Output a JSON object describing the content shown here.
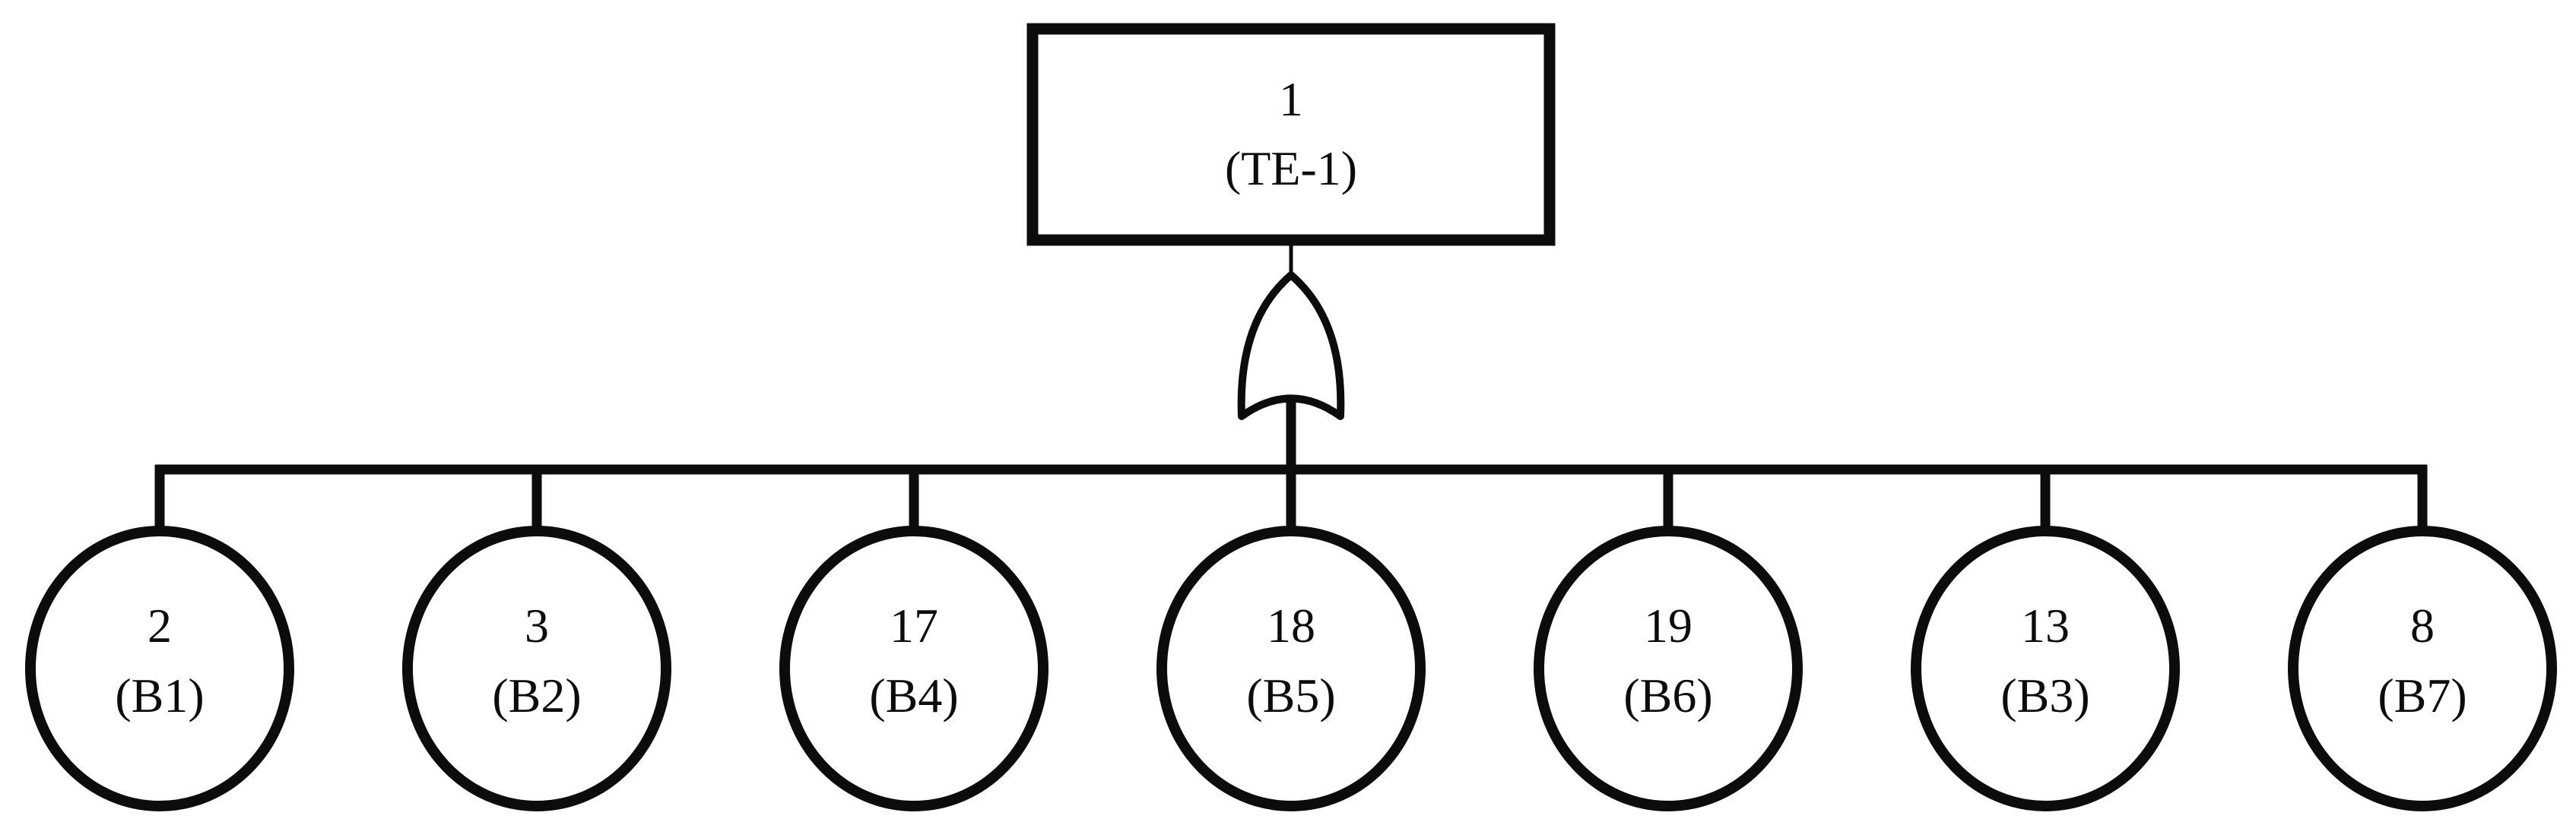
{
  "diagram": {
    "type": "fault-tree",
    "top_event": {
      "id": "1",
      "label": "(TE-1)"
    },
    "gate": {
      "type": "OR"
    },
    "basic_events": [
      {
        "id": "2",
        "label": "(B1)"
      },
      {
        "id": "3",
        "label": "(B2)"
      },
      {
        "id": "17",
        "label": "(B4)"
      },
      {
        "id": "18",
        "label": "(B5)"
      },
      {
        "id": "19",
        "label": "(B6)"
      },
      {
        "id": "13",
        "label": "(B3)"
      },
      {
        "id": "8",
        "label": "(B7)"
      }
    ],
    "colors": {
      "line": "#0c0c0c",
      "background": "#ffffff"
    }
  }
}
